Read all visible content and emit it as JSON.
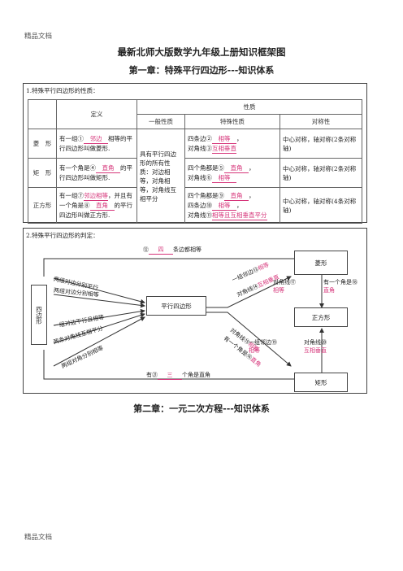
{
  "watermark_top": "精品文档",
  "watermark_bottom": "精品文档",
  "main_title": "最新北师大版数学九年级上册知识框架图",
  "chapter1_title": "第一章：特殊平行四边形---知识体系",
  "chapter2_title": "第二章：一元二次方程---知识体系",
  "sec1": {
    "heading": "1.特殊平行四边形的性质：",
    "col_definition": "定义",
    "col_properties": "性质",
    "col_general": "一般性质",
    "col_special": "特殊性质",
    "col_symmetry": "对称性",
    "general_text": "具有平行四边形的所有性质：对边相等，对角相等，对角线互相平分",
    "rows": [
      {
        "name": "菱　形",
        "def_pre": "有一组①",
        "def_blank": "邻边",
        "def_post": "相等的平行四边形叫做菱形.",
        "sp1_pre": "四条边②",
        "sp1_blank": "相等",
        "sp1_post": "，",
        "sp2_pre": "对角线③",
        "sp2_blank": "互相垂直",
        "sym": "中心对称，轴对称(2条对称轴)"
      },
      {
        "name": "矩　形",
        "def_pre": "有一个角是④",
        "def_blank": "直角",
        "def_post": "的平行四边形叫做矩形.",
        "sp1_pre": "四个角都是⑤",
        "sp1_blank": "直角",
        "sp1_post": "，",
        "sp2_pre": "对角线⑥",
        "sp2_blank": "相等",
        "sym": "中心对称，轴对称(2条对称轴)"
      },
      {
        "name": "正方形",
        "def_pre": "有一组⑦",
        "def_blank": "邻边相等",
        "def_mid": "，并且有一个角是⑧",
        "def_blank2": "直角",
        "def_post": "的平行四边形叫做正方形.",
        "sp1_pre": "四个角都是⑨",
        "sp1_blank": "直角",
        "sp1_post": "，",
        "sp_mid_pre": "四条边⑩",
        "sp_mid_blank": "相等",
        "sp_mid_post": "，",
        "sp2_pre": "对角线⑪",
        "sp2_blank": "相等且互相垂直平分",
        "sym": "中心对称，轴对称(4条对称轴)"
      }
    ]
  },
  "sec2": {
    "heading": "2.特殊平行四边形的判定：",
    "top_label_pre": "⑫",
    "top_label_blank": "四",
    "top_label_post": "条边都相等",
    "quad": "四边形",
    "para": "平行四边形",
    "rhombus": "菱形",
    "square": "正方形",
    "rect": "矩形",
    "left_labels": [
      "两组对边分别平行",
      "两组对边分别相等",
      "一组对边平行且相等",
      "两条对角线互相平分",
      "两组对角分别相等"
    ],
    "to_rhombus_1": "一组邻边⑬",
    "to_rhombus_1_blank": "相等",
    "to_rhombus_2": "对角线⑭",
    "to_rhombus_2_blank": "互相垂直",
    "to_rect_1": "对角线⑮",
    "to_rect_1_blank": "相等",
    "to_rect_2": "有一个角是⑯",
    "to_rect_2_blank": "直角",
    "rh_sq_left": "对角线⑰",
    "rh_sq_left_blank": "相等",
    "rh_sq_right": "有一个角是⑱",
    "rh_sq_right_blank": "直角",
    "rect_sq_left": "一组邻边⑲",
    "rect_sq_left_blank": "相等",
    "rect_sq_right": "对角线⑳",
    "rect_sq_right_blank": "互相垂直",
    "bottom_pre": "有㉑",
    "bottom_blank": "三",
    "bottom_post": "个角是直角"
  }
}
